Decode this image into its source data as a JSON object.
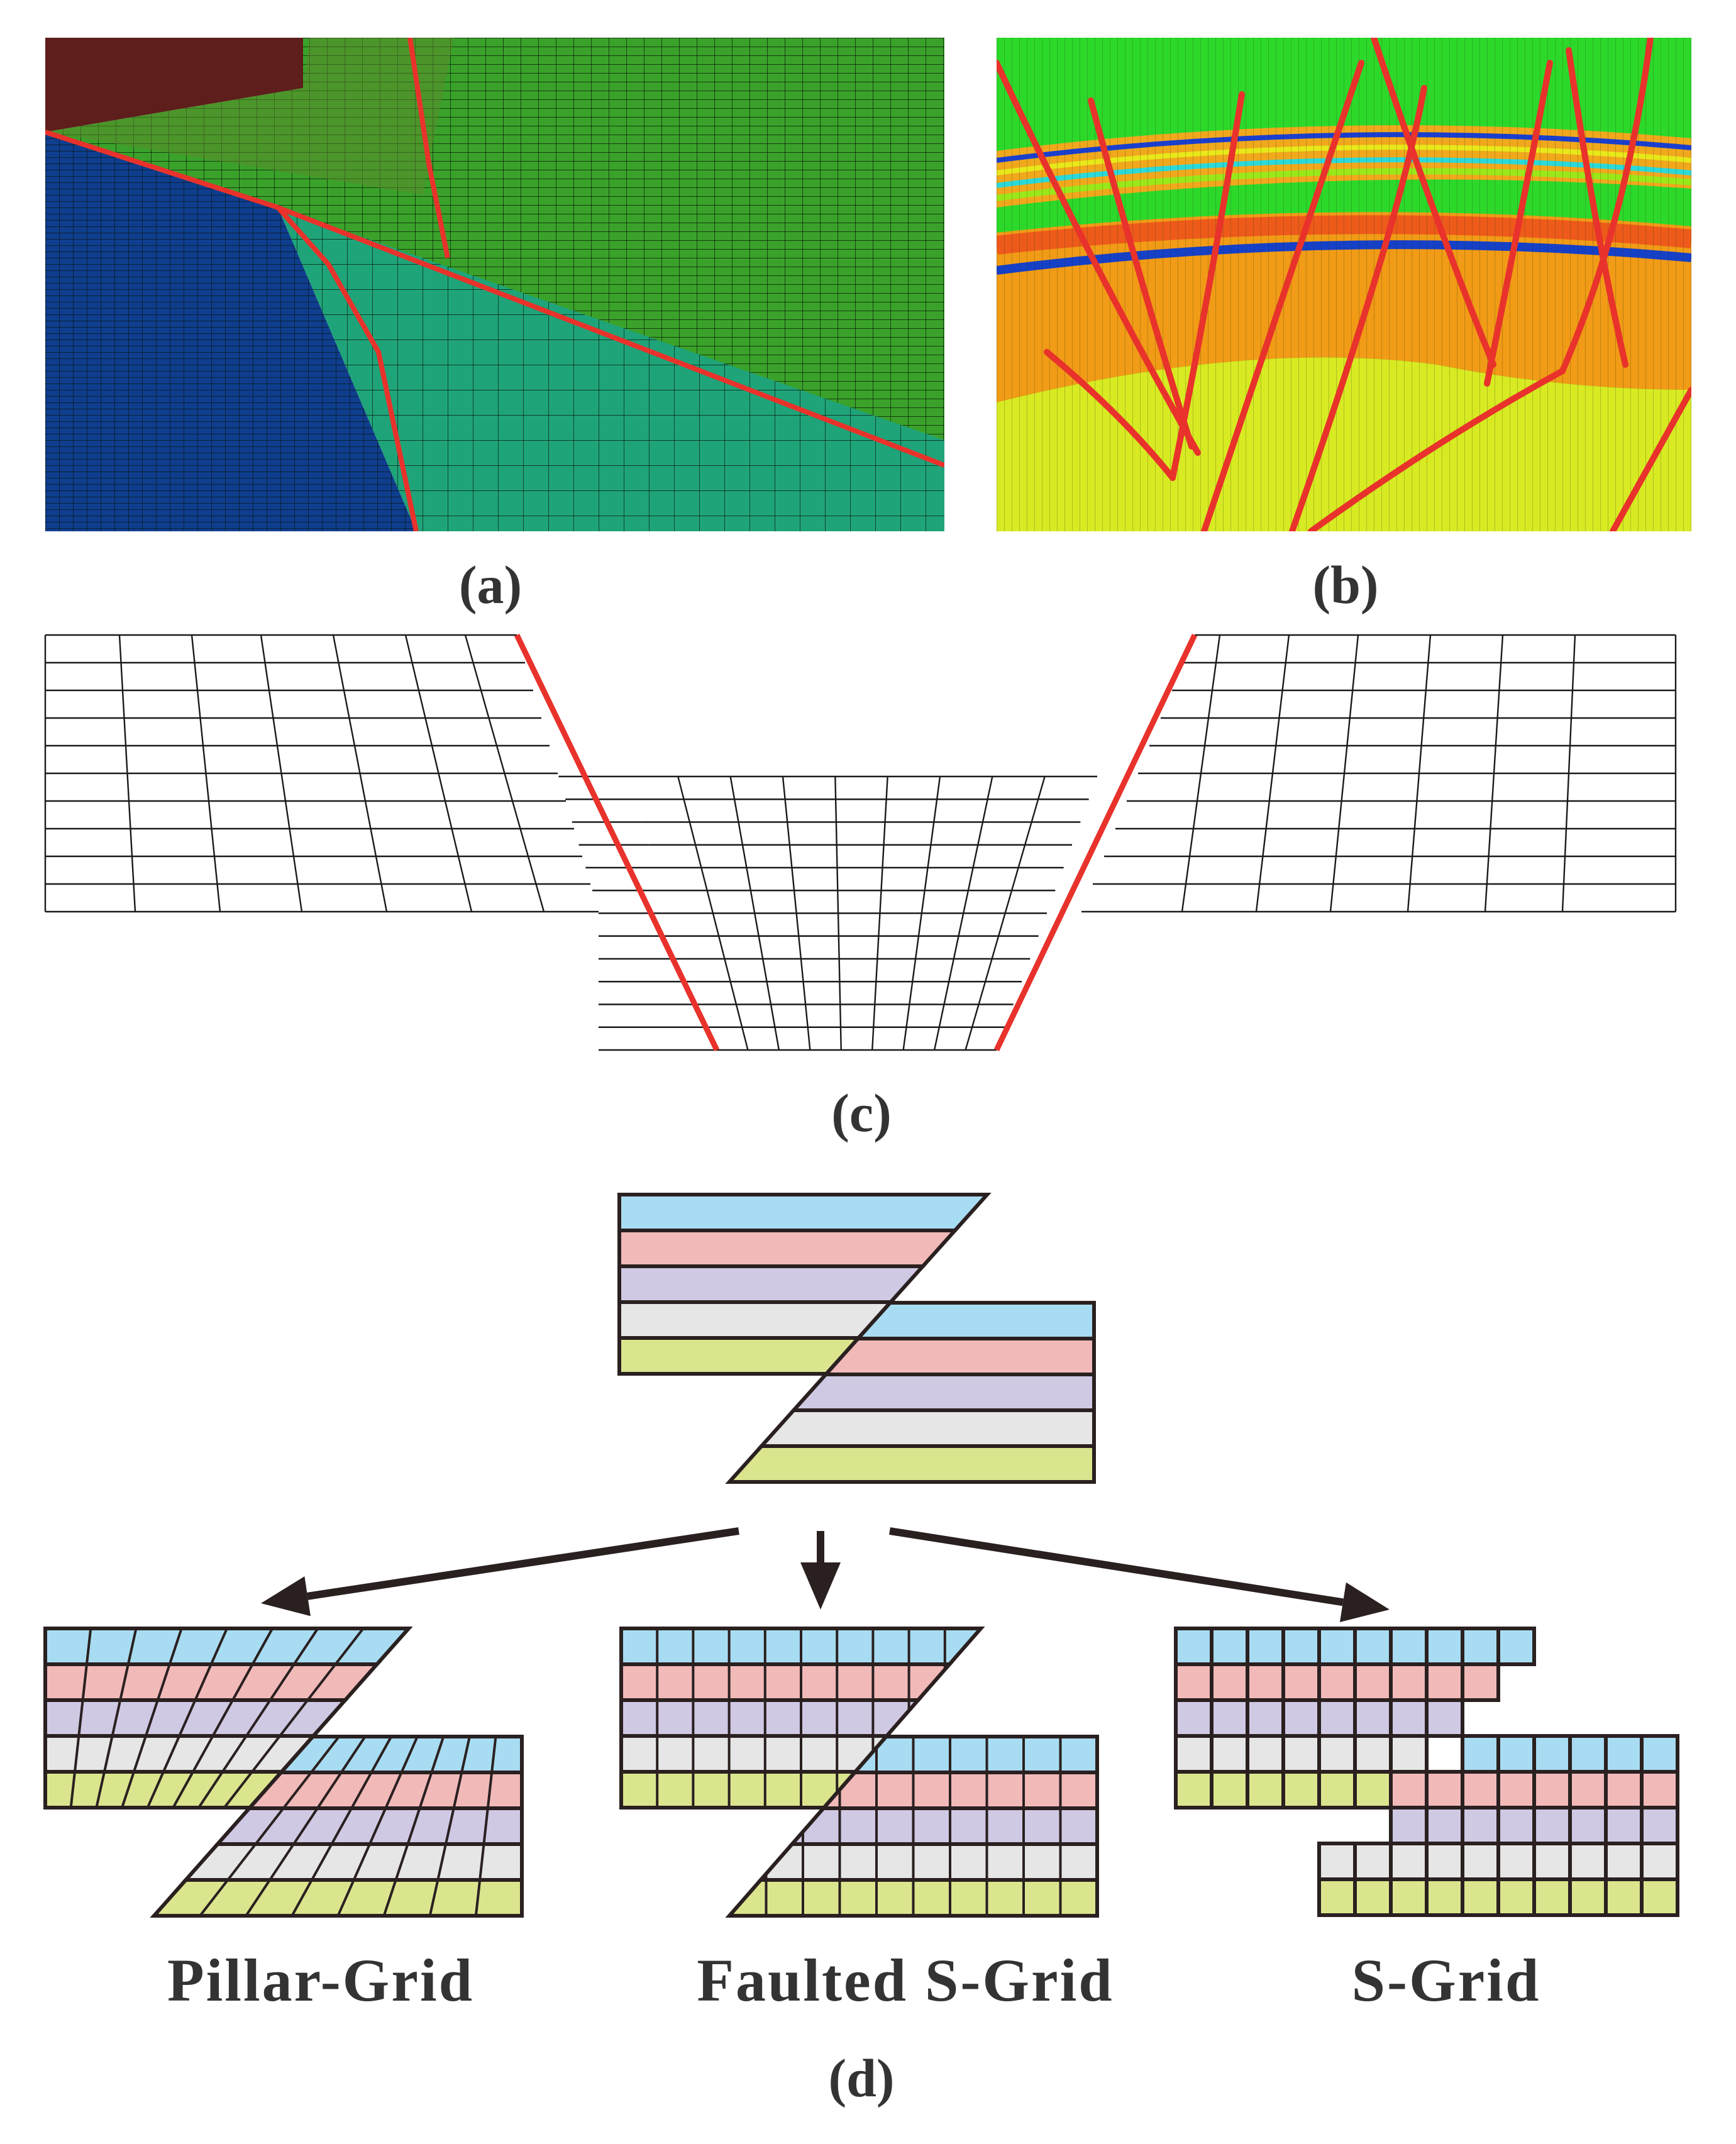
{
  "panels": {
    "a": {
      "label": "(a)"
    },
    "b": {
      "label": "(b)"
    },
    "c": {
      "label": "(c)"
    },
    "d": {
      "label": "(d)",
      "grid_types": [
        "Pillar-Grid",
        "Faulted S-Grid",
        "S-Grid"
      ]
    }
  },
  "colors": {
    "fault_line": "#e8322b",
    "layer_blue": "#a8dcf2",
    "layer_pink": "#f2b9b9",
    "layer_lavender": "#cfc9e4",
    "layer_light_gray": "#e6e6e6",
    "layer_yellow_green": "#dbe58e",
    "outline": "#2a2020",
    "arrow": "#2a2020"
  }
}
